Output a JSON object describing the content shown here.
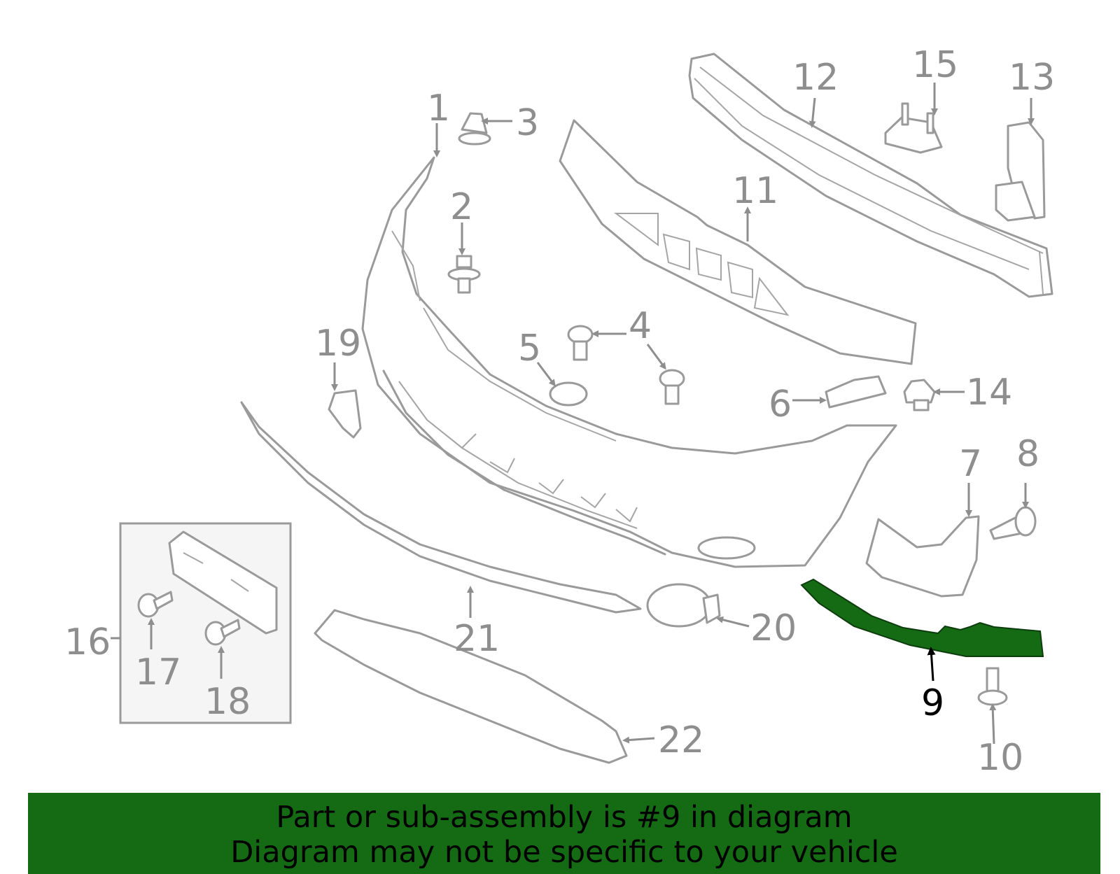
{
  "callouts": {
    "c1": "1",
    "c2": "2",
    "c3": "3",
    "c4": "4",
    "c5": "5",
    "c6": "6",
    "c7": "7",
    "c8": "8",
    "c9": "9",
    "c10": "10",
    "c11": "11",
    "c12": "12",
    "c13": "13",
    "c14": "14",
    "c15": "15",
    "c16": "16",
    "c17": "17",
    "c18": "18",
    "c19": "19",
    "c20": "20",
    "c21": "21",
    "c22": "22"
  },
  "highlight": {
    "part": "9",
    "color": "#146b14"
  },
  "colors": {
    "line": "#9a9a9a",
    "inset_bg": "#f5f5f5",
    "banner": "#146b14"
  },
  "banner": {
    "line1": "Part or sub-assembly is #9 in diagram",
    "line2": "Diagram may not be specific to your vehicle"
  }
}
